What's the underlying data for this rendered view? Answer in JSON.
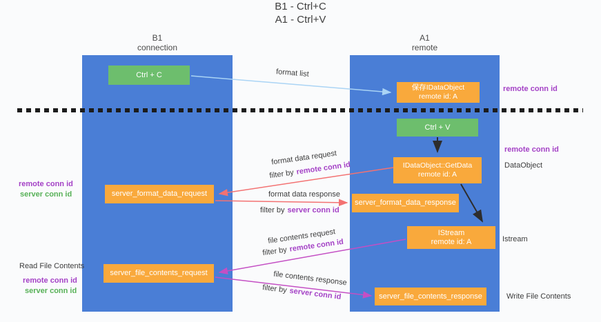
{
  "title": {
    "line1": "B1 - Ctrl+C",
    "line2": "A1 - Ctrl+V"
  },
  "lifelines": {
    "b1": {
      "name": "B1",
      "role": "connection"
    },
    "a1": {
      "name": "A1",
      "role": "remote"
    }
  },
  "boxes": {
    "ctrl_c": {
      "label": "Ctrl + C"
    },
    "save_idataobject": {
      "line1": "保存IDataObject",
      "line2": "remote id: A"
    },
    "ctrl_v": {
      "label": "Ctrl + V"
    },
    "getdata": {
      "line1": "IDataObject::GetData",
      "line2": "remote id: A"
    },
    "format_request": {
      "label": "server_format_data_request"
    },
    "format_response": {
      "label": "server_format_data_response"
    },
    "istream": {
      "line1": "IStream",
      "line2": "remote id: A"
    },
    "file_request": {
      "label": "server_file_contents_request"
    },
    "file_response": {
      "label": "server_file_contents_response"
    }
  },
  "arrow_labels": {
    "format_list": "format list",
    "format_data_request": "format data request",
    "format_data_response": "format data response",
    "file_contents_request": "file contents request",
    "file_contents_response": "file contents response",
    "filter_by": "filter by",
    "remote_conn_id": "remote conn id",
    "server_conn_id": "server conn id"
  },
  "side_labels": {
    "left": {
      "remote_conn_id": "remote conn id",
      "server_conn_id": "server conn id",
      "read_file_contents": "Read File Contents"
    },
    "right": {
      "remote_conn_id": "remote conn id",
      "dataobject": "DataObject",
      "istream": "Istream",
      "write_file_contents": "Write File Contents"
    }
  },
  "colors": {
    "lifeline_blue": "#4a7ed6",
    "green_box": "#6dbe6d",
    "orange_box": "#f9a93c",
    "purple_text": "#a442c6",
    "green_text": "#57b157",
    "red_arrow": "#f37272",
    "magenta_arrow": "#c44fc4",
    "light_blue_arrow": "#aad4f5",
    "black_arrow": "#2d2d2d"
  }
}
